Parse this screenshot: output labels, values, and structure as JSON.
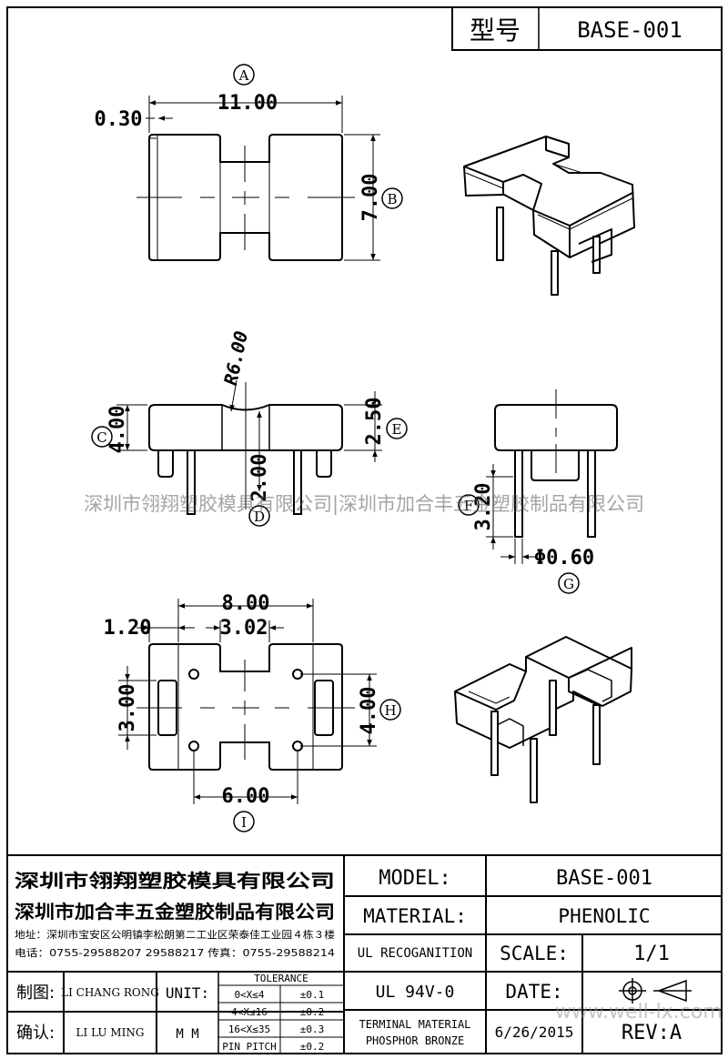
{
  "header": {
    "type_label": "型号",
    "type_value": "BASE-001"
  },
  "views": {
    "top": {
      "circle": "A",
      "width": "11.00",
      "offset": "0.30",
      "height": "7.00",
      "height_circle": "B"
    },
    "front": {
      "radius": "R6.00",
      "height_left": "4.00",
      "height_left_circle": "C",
      "pin_len": "2.00",
      "pin_circle": "D",
      "height_right": "2.50",
      "height_right_circle": "E"
    },
    "side": {
      "pin_len": "3.20",
      "pin_circle": "F",
      "pin_dia": "Φ0.60",
      "pin_dia_circle": "G"
    },
    "bottom": {
      "outer_width": "8.00",
      "left_off": "1.20",
      "slot": "3.02",
      "left_height": "3.00",
      "right_height": "4.00",
      "right_circle": "H",
      "pin_spacing": "6.00",
      "spacing_circle": "I"
    }
  },
  "watermark": {
    "text": "深圳市翎翔塑胶模具有限公司|深圳市加合丰五金塑胶制品有限公司",
    "site": "www.well-lx.com"
  },
  "title_block": {
    "company1": "深圳市翎翔塑胶模具有限公司",
    "company2": "深圳市加合丰五金塑胶制品有限公司",
    "address": "地址：深圳市宝安区公明镇李松朗第二工业区荣泰佳工业园４栋３楼",
    "phone": "电话：0755-29588207  29588217        传真：0755-29588214",
    "model_label": "MODEL:",
    "model_value": "BASE-001",
    "material_label": "MATERIAL:",
    "material_value": "PHENOLIC",
    "ul_label": "UL RECOGANITION",
    "ul_value": "UL 94V-0",
    "scale_label": "SCALE:",
    "scale_value": "1/1",
    "date_label": "DATE:",
    "date_value": "6/26/2015",
    "terminal_label": "TERMINAL MATERIAL",
    "terminal_value": "PHOSPHOR  BRONZE",
    "rev_label": "REV:A",
    "drawn_label": "制图:",
    "drawn_by": "LI CHANG RONG",
    "checked_label": "确认:",
    "checked_by": "LI LU MING",
    "unit_label": "UNIT:",
    "unit_value": "M M",
    "tolerance_title": "TOLERANCE",
    "tolerances": [
      {
        "range": "0<X≤4",
        "value": "±0.1"
      },
      {
        "range": "4<X≤16",
        "value": "±0.2"
      },
      {
        "range": "16<X≤35",
        "value": "±0.3"
      },
      {
        "range": "PIN PITCH",
        "value": "±0.2"
      }
    ]
  }
}
